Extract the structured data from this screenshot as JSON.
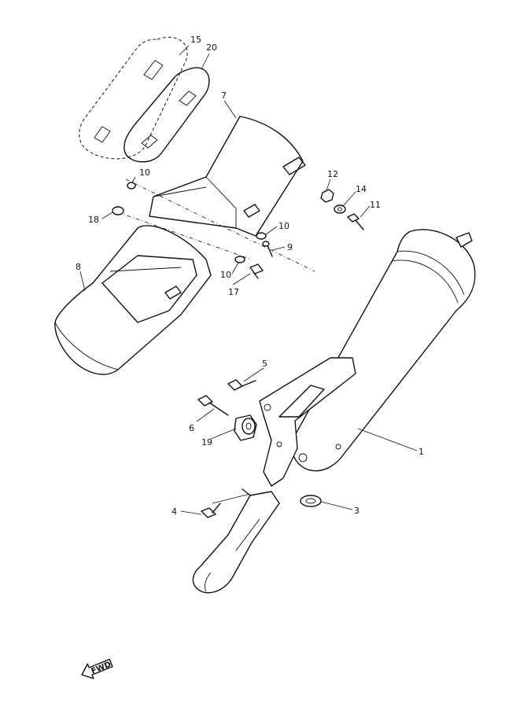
{
  "callouts": {
    "c1": "1",
    "c3": "3",
    "c4": "4",
    "c5": "5",
    "c6": "6",
    "c7": "7",
    "c8": "8",
    "c9": "9",
    "c10a": "10",
    "c10b": "10",
    "c10c": "10",
    "c11": "11",
    "c12": "12",
    "c14": "14",
    "c15": "15",
    "c17": "17",
    "c18": "18",
    "c19": "19",
    "c20": "20"
  },
  "direction_label": "FWD"
}
